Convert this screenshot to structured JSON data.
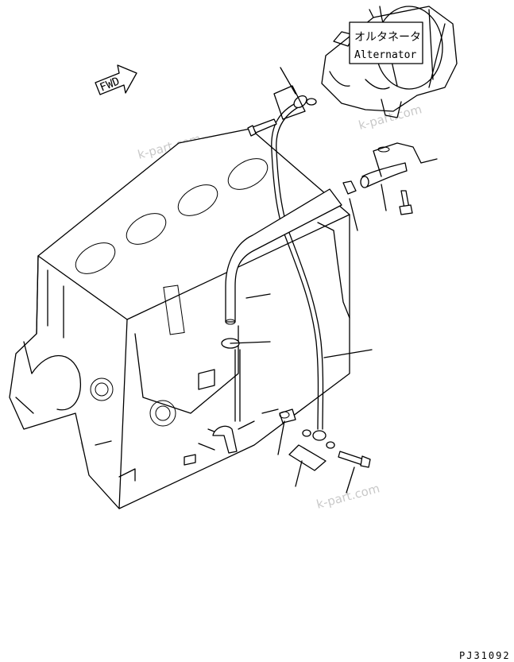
{
  "labels": {
    "alternator_jp": "オルタネータ",
    "alternator_en": "Alternator",
    "direction": "FWD",
    "drawing_no": "PJ31092"
  },
  "watermark": "k-part.com"
}
